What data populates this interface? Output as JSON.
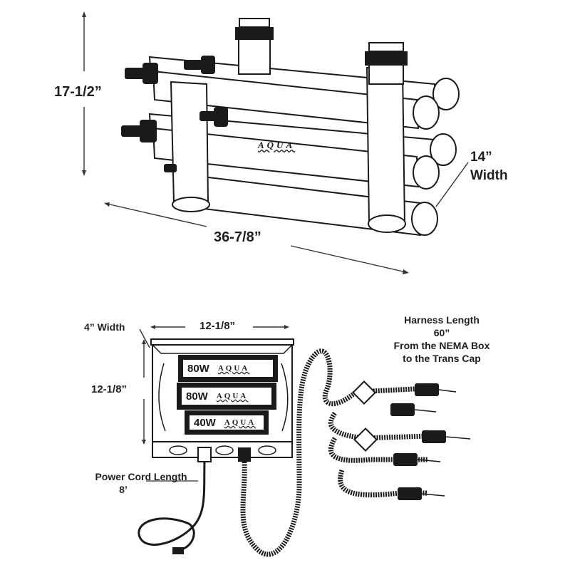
{
  "top_unit": {
    "height_label": "17-1/2”",
    "width_label_line1": "14”",
    "width_label_line2": "Width",
    "length_label": "36-7/8”",
    "brand_logo": "AQUA"
  },
  "nema_box": {
    "depth_label": "4” Width",
    "width_label": "12-1/8”",
    "height_label": "12-1/8”",
    "ballasts": [
      {
        "wattage": "80W",
        "logo": "AQUA"
      },
      {
        "wattage": "80W",
        "logo": "AQUA"
      },
      {
        "wattage": "40W",
        "logo": "AQUA"
      }
    ]
  },
  "harness": {
    "line1": "Harness Length",
    "line2": "60”",
    "line3": "From the NEMA Box",
    "line4": "to the Trans Cap"
  },
  "power_cord": {
    "line1": "Power Cord Length",
    "line2": "8’"
  }
}
